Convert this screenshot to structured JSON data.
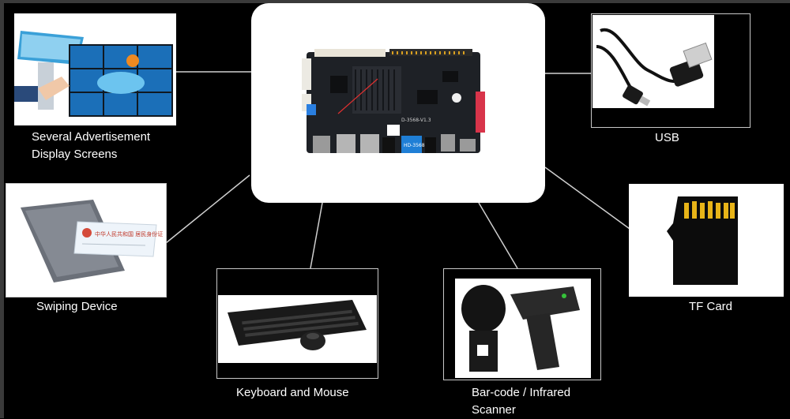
{
  "hub": {
    "board_label": "HD-3568",
    "board_silk": "D-3568-V1.3"
  },
  "nodes": {
    "ad_screens": {
      "caption": "Several Advertisement\nDisplay Screens"
    },
    "usb": {
      "caption": "USB"
    },
    "swiping": {
      "caption": "Swiping Device",
      "card_text": "中华人民共和国 居民身份证"
    },
    "tf_card": {
      "caption": "TF Card"
    },
    "keyboard_mouse": {
      "caption": "Keyboard and Mouse"
    },
    "scanner": {
      "caption": "Bar-code / Infrared\nScanner"
    }
  },
  "colors": {
    "background": "#000000",
    "connector": "#cfcfcf",
    "board_pcb": "#1e2126",
    "board_connector_red": "#d8344a",
    "board_label_blue": "#1f7fd6",
    "tf_contacts": "#e8b418",
    "usb_cable": "#111111"
  }
}
